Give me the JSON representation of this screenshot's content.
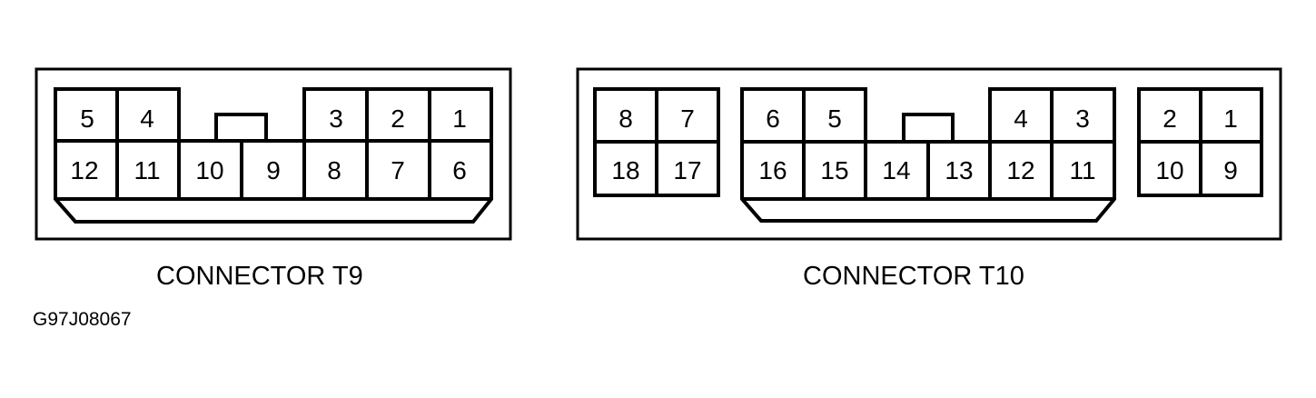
{
  "figure_id": "G97J08067",
  "colors": {
    "line": "#000000",
    "background": "#ffffff"
  },
  "connectors": [
    {
      "caption": "CONNECTOR T9",
      "top_row": [
        "5",
        "4",
        "3",
        "2",
        "1"
      ],
      "bottom_row": [
        "12",
        "11",
        "10",
        "9",
        "8",
        "7",
        "6"
      ]
    },
    {
      "caption": "CONNECTOR T10",
      "left_block": {
        "top_row": [
          "8",
          "7"
        ],
        "bottom_row": [
          "18",
          "17"
        ]
      },
      "center_block": {
        "top_row": [
          "6",
          "5",
          "4",
          "3"
        ],
        "bottom_row": [
          "16",
          "15",
          "14",
          "13",
          "12",
          "11"
        ]
      },
      "right_block": {
        "top_row": [
          "2",
          "1"
        ],
        "bottom_row": [
          "10",
          "9"
        ]
      }
    }
  ]
}
